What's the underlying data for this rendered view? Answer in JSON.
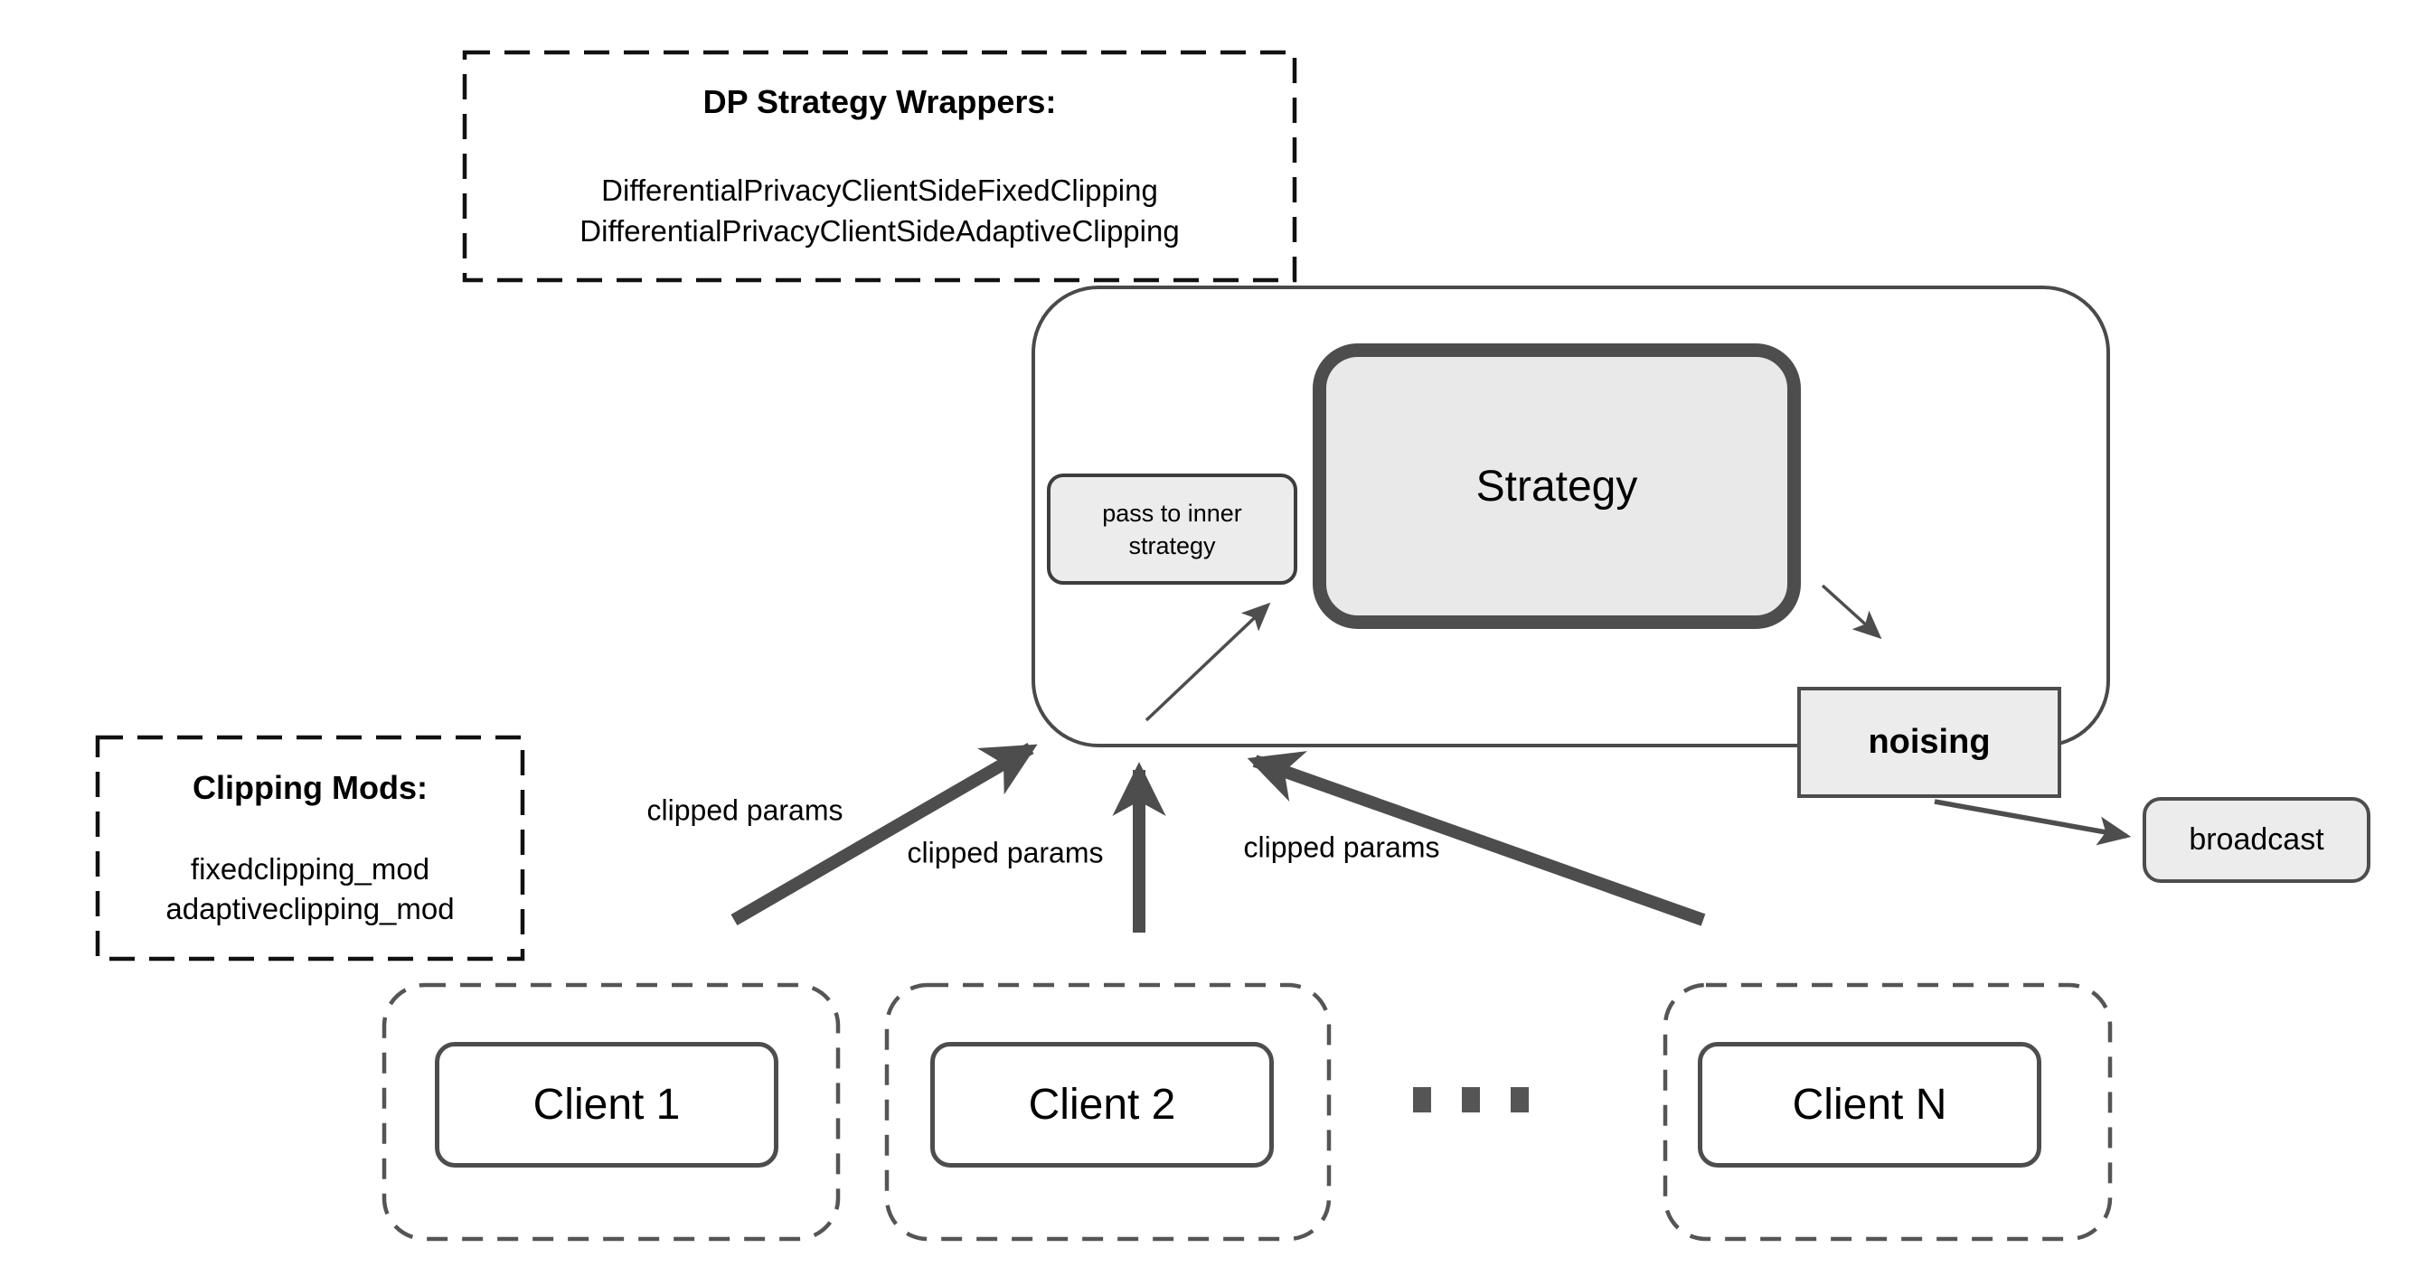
{
  "colors": {
    "line_dark": "#4d4d4d",
    "dash_black": "#111111",
    "dash_gray": "#555555",
    "box_fill": "#ececec",
    "strategy_fill": "#e9e9e9",
    "text": "#000000",
    "background": "#ffffff"
  },
  "dp_wrappers": {
    "title": "DP Strategy Wrappers:",
    "items": [
      "DifferentialPrivacyClientSideFixedClipping",
      "DifferentialPrivacyClientSideAdaptiveClipping"
    ]
  },
  "clipping_mods": {
    "title": "Clipping Mods:",
    "items": [
      "fixedclipping_mod",
      "adaptiveclipping_mod"
    ]
  },
  "server_box": {
    "strategy": "Strategy",
    "pass_line1": "pass to inner",
    "pass_line2": "strategy",
    "noising": "noising",
    "broadcast": "broadcast"
  },
  "clients": {
    "labels": [
      "Client 1",
      "Client 2",
      "Client N"
    ],
    "ellipsis_dots": 3
  },
  "flow_labels": [
    "clipped params",
    "clipped params",
    "clipped params"
  ]
}
